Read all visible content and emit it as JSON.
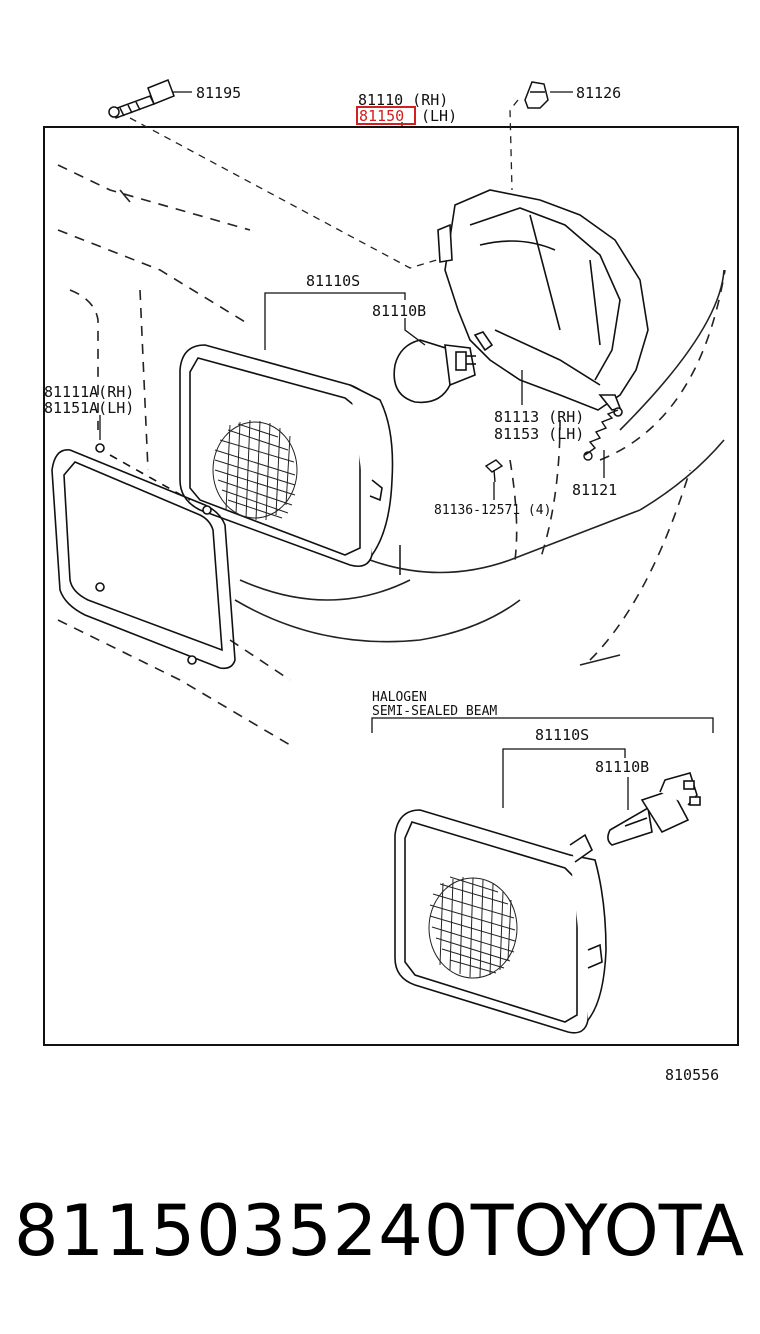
{
  "labels": {
    "p81195": "81195",
    "p81110_rh": "81110 (RH)",
    "p81150_lh_num": "81150",
    "p81150_lh_side": "(LH)",
    "p81126": "81126",
    "p81110s_top": "81110S",
    "p81110b_top": "81110B",
    "p81111a": "81111A(RH)",
    "p81151a": "81151A(LH)",
    "p81113": "81113 (RH)",
    "p81153": "81153 (LH)",
    "p81121": "81121",
    "p81136": "81136-12571 (4)",
    "halogen_line1": "HALOGEN",
    "halogen_line2": "SEMI-SEALED BEAM",
    "p81110s_bottom": "81110S",
    "p81110b_bottom": "81110B",
    "diagram_id": "810556"
  },
  "highlight_color": "#d02020",
  "footer": {
    "part_number": "8115035240",
    "brand": "TOYOTA"
  }
}
